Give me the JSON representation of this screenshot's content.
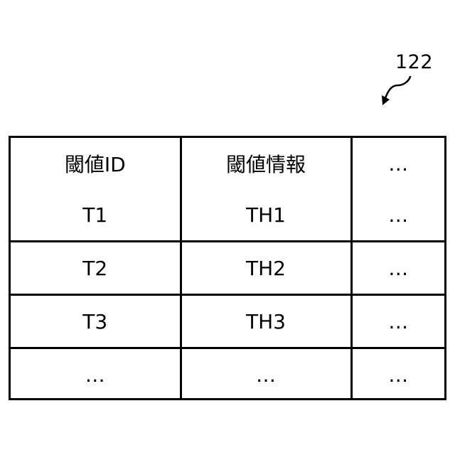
{
  "reference_label": "122",
  "table": {
    "headers": [
      "閾値ID",
      "閾値情報",
      "…"
    ],
    "rows": [
      [
        "T1",
        "TH1",
        "…"
      ],
      [
        "T2",
        "TH2",
        "…"
      ],
      [
        "T3",
        "TH3",
        "…"
      ],
      [
        "…",
        "…",
        "…"
      ]
    ]
  }
}
